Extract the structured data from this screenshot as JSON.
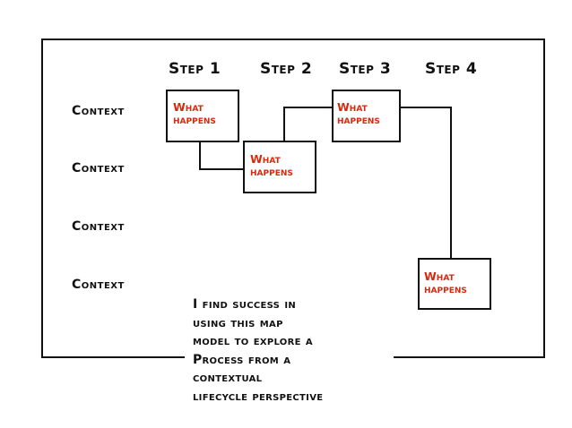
{
  "diagram": {
    "steps": [
      "Step 1",
      "Step 2",
      "Step 3",
      "Step 4"
    ],
    "contexts": [
      "Context",
      "Context",
      "Context",
      "Context"
    ],
    "boxes": [
      {
        "line1": "What",
        "line2": "happens"
      },
      {
        "line1": "What",
        "line2": "happens"
      },
      {
        "line1": "What",
        "line2": "happens"
      },
      {
        "line1": "What",
        "line2": "happens"
      }
    ],
    "note_lines": [
      "I find success in",
      "using this map",
      "model to explore a",
      "Process from a",
      "contextual",
      "lifecycle perspective"
    ],
    "colors": {
      "ink": "#111111",
      "accent": "#d42a10",
      "background": "#ffffff"
    }
  }
}
